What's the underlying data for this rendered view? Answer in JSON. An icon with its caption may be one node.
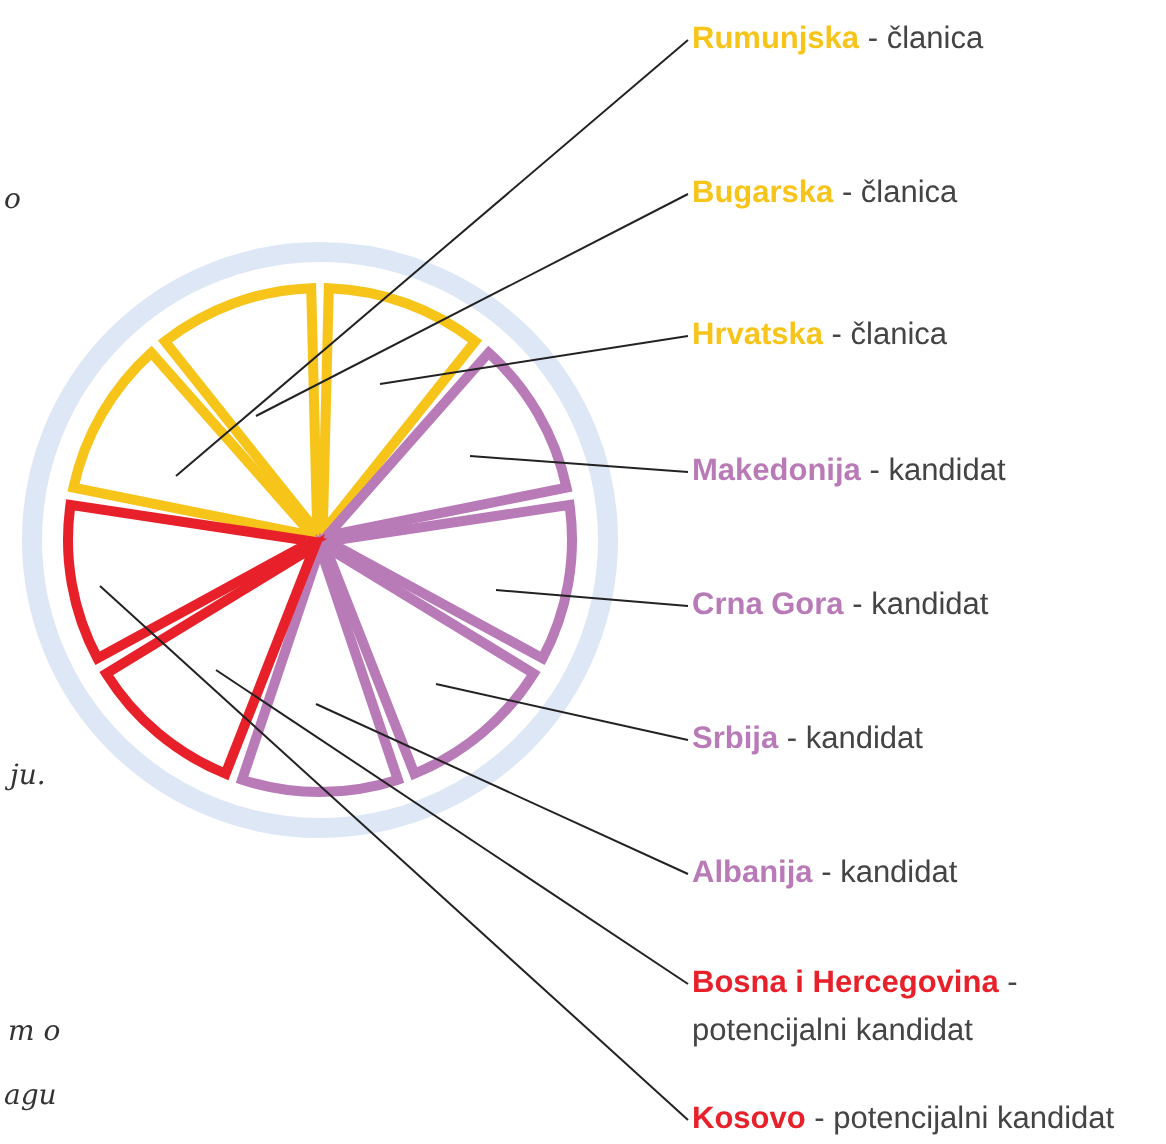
{
  "diagram": {
    "nodes": [
      {
        "text": [
          "**Rumunjska** - članica"
        ]
      },
      {
        "text": [
          "**Bugarska** - članica"
        ]
      },
      {
        "text": [
          "**Hrvatska** -  članica"
        ]
      },
      {
        "text": [
          "**Makedonija** - kandidat"
        ]
      },
      {
        "text": [
          "**Crna Gora** - kandidat"
        ]
      },
      {
        "text": [
          "**Srbija** - kandidat"
        ]
      },
      {
        "text": [
          "**Albanija** - kandidat"
        ]
      },
      {
        "text": [
          "**Bosna i Hercegovina** - potencijalni kandidat"
        ]
      },
      {
        "text": [
          "**Kosovo** - potencijalni kandidat"
        ]
      },
      {
        "text": [],
        "shape": "wedge"
      },
      {
        "text": [],
        "shape": "wedge"
      },
      {
        "text": [],
        "shape": "wedge"
      },
      {
        "text": [],
        "shape": "wedge"
      },
      {
        "text": [],
        "shape": "wedge"
      },
      {
        "text": [],
        "shape": "wedge"
      },
      {
        "text": [],
        "shape": "wedge"
      },
      {
        "text": [],
        "shape": "wedge"
      },
      {
        "text": [],
        "shape": "wedge"
      }
    ],
    "edges": [
      {
        "from": 0,
        "to": 9,
        "arrow": "none"
      },
      {
        "from": 1,
        "to": 10,
        "arrow": "none"
      },
      {
        "from": 2,
        "to": 11,
        "arrow": "none"
      },
      {
        "from": 3,
        "to": 12,
        "arrow": "none"
      },
      {
        "from": 4,
        "to": 13,
        "arrow": "none"
      },
      {
        "from": 5,
        "to": 14,
        "arrow": "none"
      },
      {
        "from": 6,
        "to": 15,
        "arrow": "none"
      },
      {
        "from": 7,
        "to": 16,
        "arrow": "none"
      },
      {
        "from": 8,
        "to": 17,
        "arrow": "none"
      }
    ],
    "labels": [
      "o",
      "ju.",
      "m o",
      "agu"
    ]
  }
}
